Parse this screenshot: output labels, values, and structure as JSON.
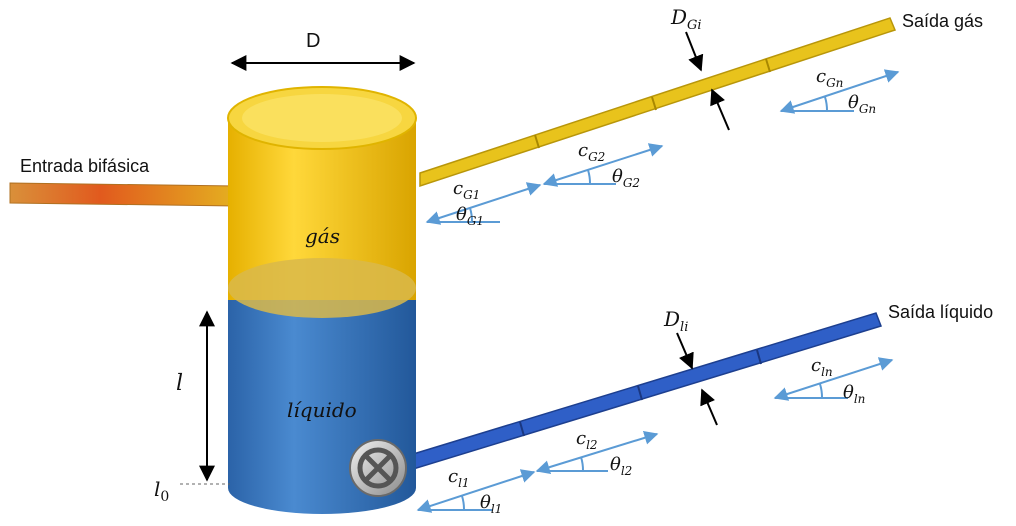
{
  "labels": {
    "diameter": "D",
    "inlet": "Entrada bifásica",
    "gas_outlet": "Saída gás",
    "liquid_outlet": "Saída líquido",
    "gas_phase": "gás",
    "liquid_phase": "líquido",
    "level": "l",
    "level_zero": "l",
    "level_zero_sub": "0"
  },
  "gas_line": {
    "pipe_diameter": {
      "main": "D",
      "sub": "Gi"
    },
    "segments": [
      {
        "c_sub": "G1",
        "theta_sub": "G1"
      },
      {
        "c_sub": "G2",
        "theta_sub": "G2"
      },
      {
        "c_sub": "Gn",
        "theta_sub": "Gn"
      }
    ]
  },
  "liquid_line": {
    "pipe_diameter": {
      "main": "D",
      "sub": "li"
    },
    "segments": [
      {
        "c_sub": "l1",
        "theta_sub": "l1"
      },
      {
        "c_sub": "l2",
        "theta_sub": "l2"
      },
      {
        "c_sub": "ln",
        "theta_sub": "ln"
      }
    ]
  },
  "symbols": {
    "velocity": "c",
    "angle": "θ"
  },
  "colors": {
    "gas": "#f5c518",
    "liquid": "#3b78c2",
    "gas_pipe": "#e8c31c",
    "liquid_pipe": "#2f5fc7",
    "arrow": "#5b9bd5",
    "inlet_pipe": "#d9903a"
  }
}
